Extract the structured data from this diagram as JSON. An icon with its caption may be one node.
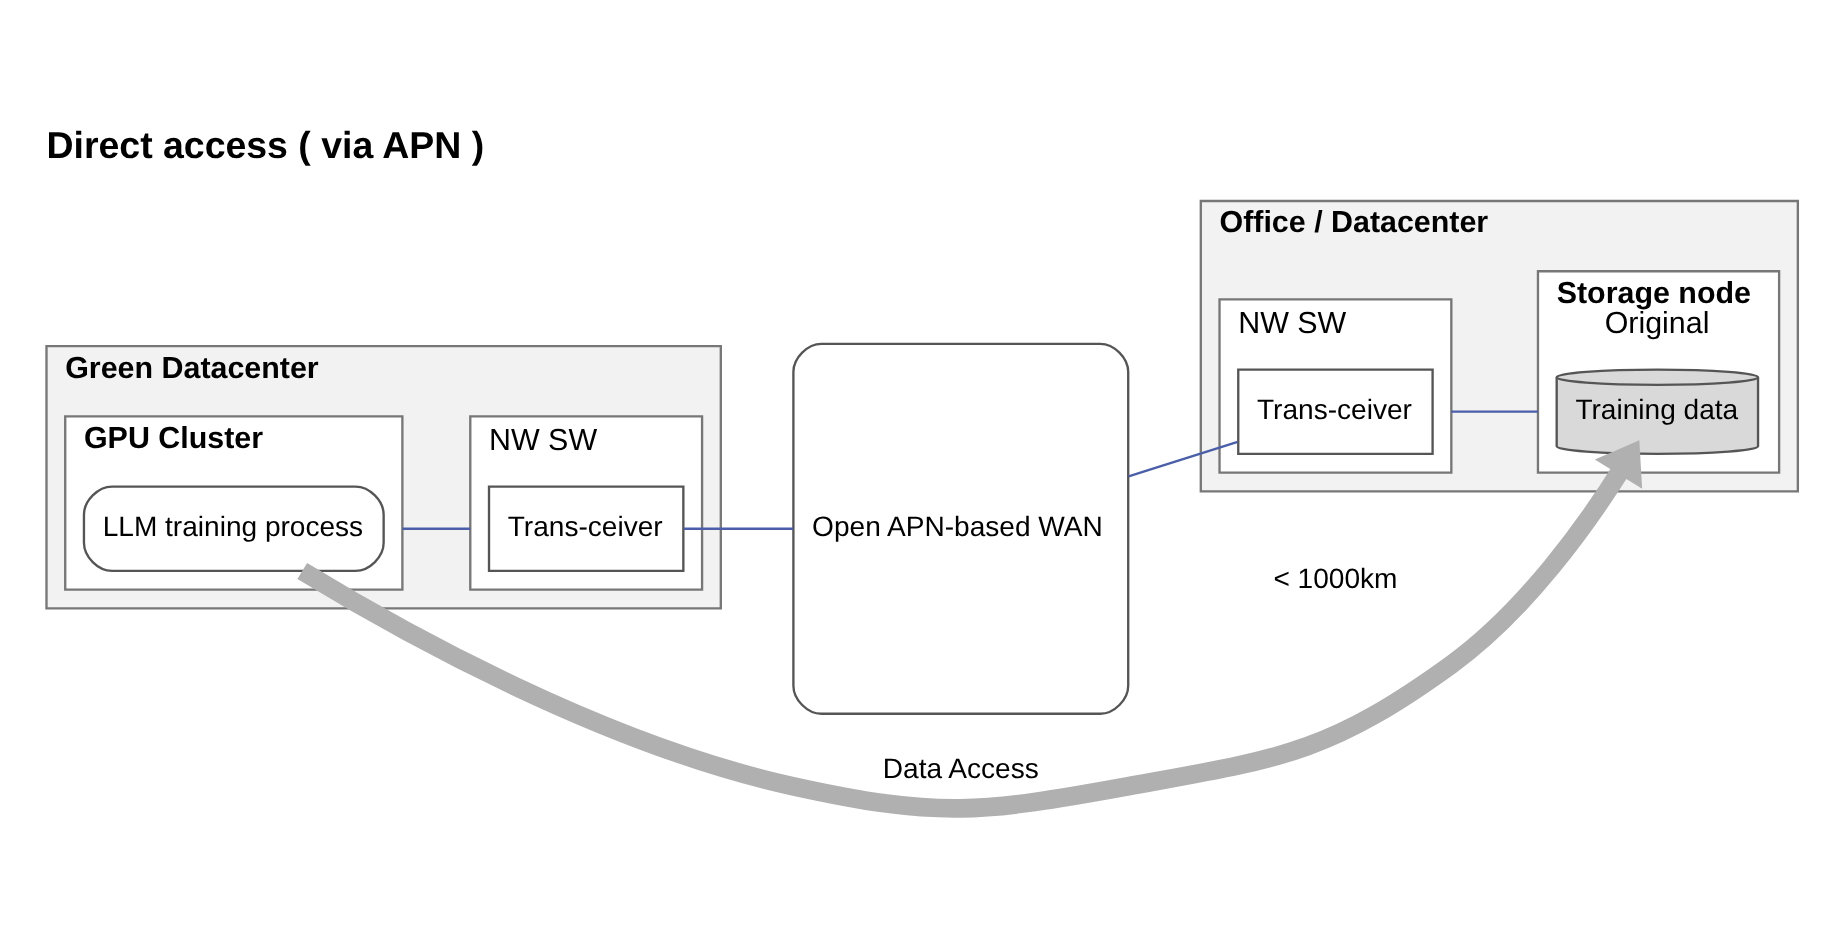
{
  "diagram": {
    "title": "Direct access ( via APN )",
    "nodes": [
      {
        "text": [
          "Green Datacenter"
        ]
      },
      {
        "text": [
          "GPU Cluster"
        ],
        "in": 0
      },
      {
        "text": [
          "LLM training process"
        ],
        "in": 1
      },
      {
        "text": [
          "NW SW"
        ],
        "in": 0
      },
      {
        "text": [
          "Trans-ceiver"
        ],
        "in": 3
      },
      {
        "text": [
          "Open APN-based WAN"
        ]
      },
      {
        "text": [
          "Office / Datacenter"
        ]
      },
      {
        "text": [
          "NW SW"
        ],
        "in": 6
      },
      {
        "text": [
          "Trans-ceiver"
        ],
        "in": 7
      },
      {
        "text": [
          "Storage node",
          "Original"
        ],
        "in": 6
      },
      {
        "text": [
          "Training data"
        ],
        "in": 9
      }
    ],
    "edges": [
      {
        "from": 1,
        "to": 3,
        "arrow": "none"
      },
      {
        "from": 4,
        "to": 5,
        "arrow": "none"
      },
      {
        "from": 5,
        "to": 8,
        "arrow": "none"
      },
      {
        "from": 7,
        "to": 9,
        "arrow": "none"
      },
      {
        "from": 2,
        "to": 10,
        "arrow": "to",
        "label": "Data Access",
        "style": "thick",
        "color": "#b0b0b0"
      }
    ],
    "labels": [
      "< 1000km"
    ]
  }
}
